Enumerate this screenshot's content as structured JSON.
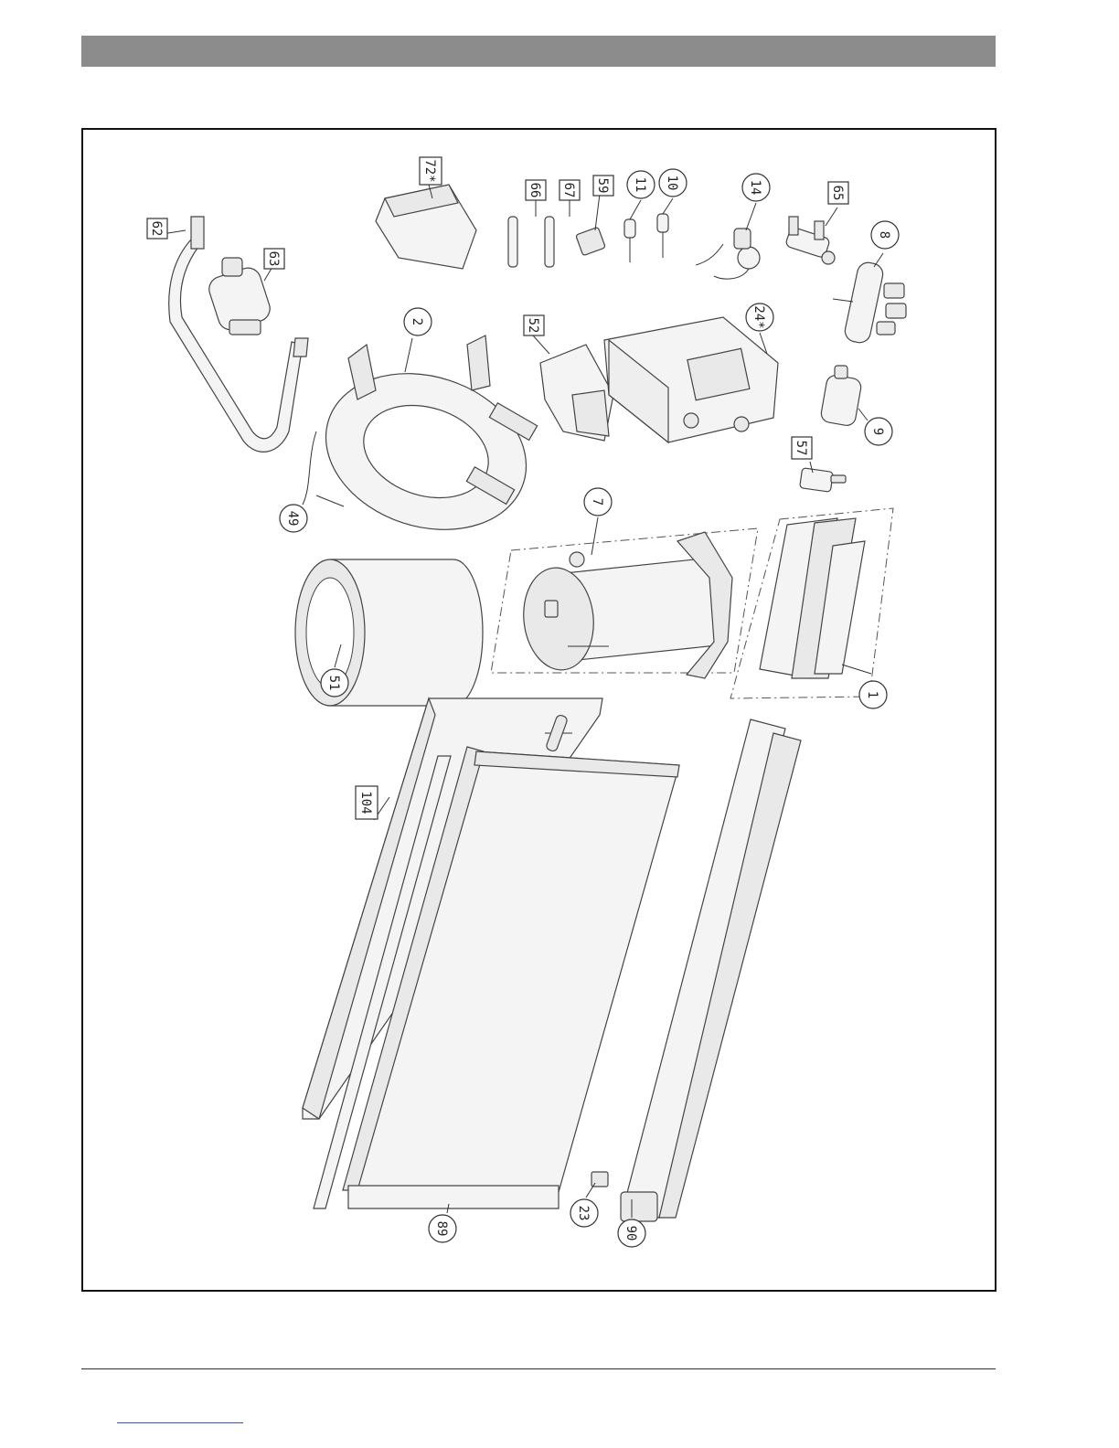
{
  "document": {
    "header_bar_color": "#8c8c8c",
    "callouts": {
      "c_2": "2",
      "c_49": "49",
      "c_51": "51",
      "c_7": "7",
      "c_1": "1",
      "c_11": "11",
      "c_10": "10",
      "c_14": "14",
      "c_8": "8",
      "c_24": "24*",
      "c_9": "9",
      "c_23": "23",
      "c_89": "89",
      "c_90": "90",
      "s_62": "62",
      "s_63": "63",
      "s_72": "72*",
      "s_66": "66",
      "s_67": "67",
      "s_59": "59",
      "s_65": "65",
      "s_52": "52",
      "s_57": "57",
      "s_104": "104"
    }
  }
}
